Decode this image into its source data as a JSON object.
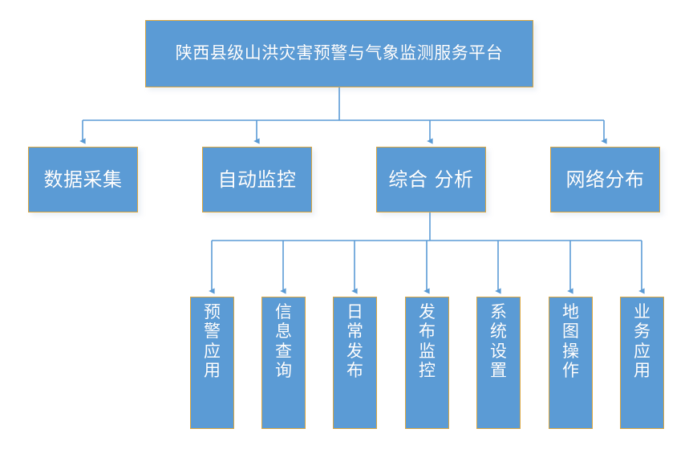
{
  "diagram": {
    "title": "陕西县级山洪灾害预警与气象监测服务平台",
    "type": "organizational-hierarchy",
    "colors": {
      "node_fill": "#5B9BD5",
      "node_border": "#D9A641",
      "connector": "#5B9BD5",
      "node_text": "#FFFFFF",
      "background": "#FFFFFF"
    },
    "root": {
      "label": "陕西县级山洪灾害预警与气象监测服务平台"
    },
    "level2": [
      {
        "label": "数据采集"
      },
      {
        "label": "自动监控"
      },
      {
        "label": "综合 分析"
      },
      {
        "label": "网络分布"
      }
    ],
    "level3_parent": "综合 分析",
    "level3": [
      {
        "label": "预警应用"
      },
      {
        "label": "信息查询"
      },
      {
        "label": "日常发布"
      },
      {
        "label": "发布监控"
      },
      {
        "label": "系统设置"
      },
      {
        "label": "地图操作"
      },
      {
        "label": "业务应用"
      }
    ]
  }
}
